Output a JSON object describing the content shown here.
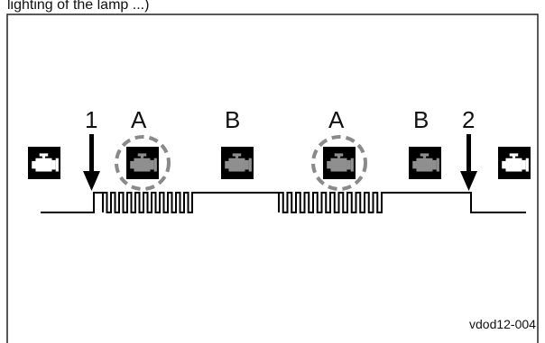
{
  "header": {
    "cut_text": "lighting of the lamp ...)"
  },
  "labels": {
    "start_marker": "1",
    "end_marker": "2"
  },
  "phases": [
    "A",
    "B",
    "A",
    "B"
  ],
  "figure_id": "vdod12-004",
  "icons": {
    "engine_icon": "check-engine-icon",
    "on_highlight": "dashed-circle"
  }
}
